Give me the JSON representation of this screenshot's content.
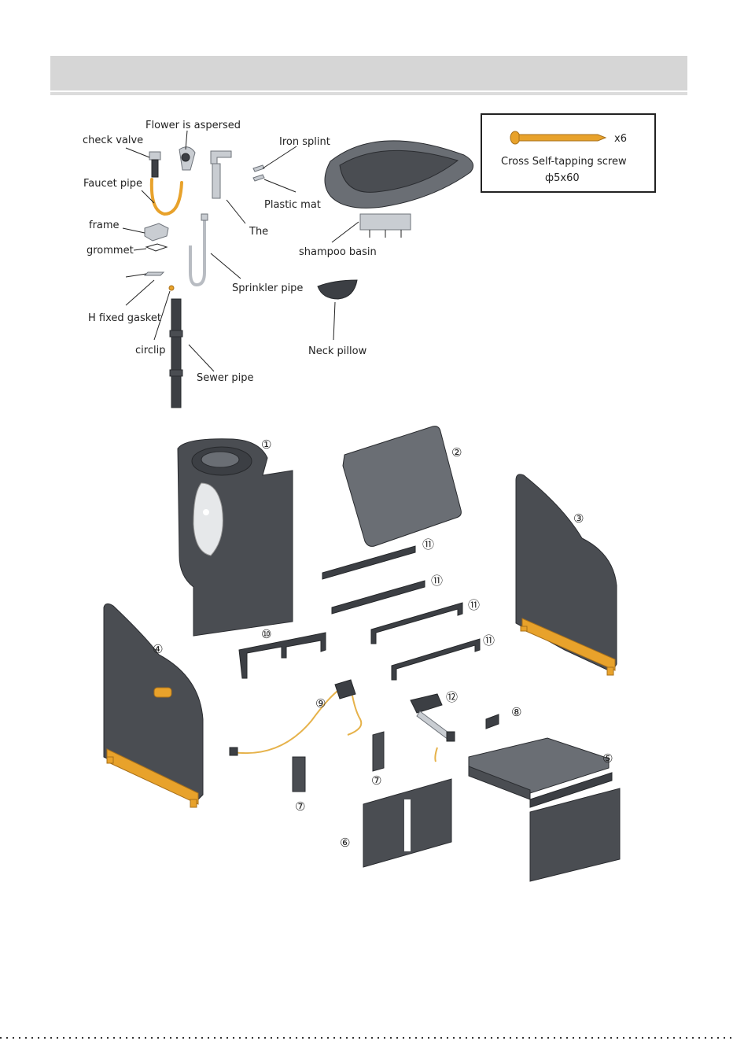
{
  "parts_top": {
    "flower": "Flower is aspersed",
    "check_valve": "check valve",
    "iron_splint": "Iron splint",
    "faucet_pipe": "Faucet pipe",
    "plastic_mat": "Plastic mat",
    "frame": "frame",
    "the": "The",
    "grommet": "grommet",
    "shampoo_basin": "shampoo basin",
    "sprinkler_pipe": "Sprinkler pipe",
    "h_fixed_gasket": "H fixed gasket",
    "circlip": "circlip",
    "neck_pillow": "Neck pillow",
    "sewer_pipe": "Sewer pipe"
  },
  "screw_box": {
    "qty": "x6",
    "name": "Cross Self-tapping screw",
    "size": "ф5x60"
  },
  "numbers": {
    "n1": "①",
    "n2": "②",
    "n3": "③",
    "n4": "④",
    "n5": "⑤",
    "n6": "⑥",
    "n7a": "⑦",
    "n7b": "⑦",
    "n8": "⑧",
    "n9": "⑨",
    "n10": "⑩",
    "n11a": "⑪",
    "n11b": "⑪",
    "n11c": "⑪",
    "n11d": "⑪",
    "n12": "⑫"
  },
  "colors": {
    "header": "#d6d6d6",
    "panel": "#4a4d52",
    "accent": "#e8a22b"
  }
}
